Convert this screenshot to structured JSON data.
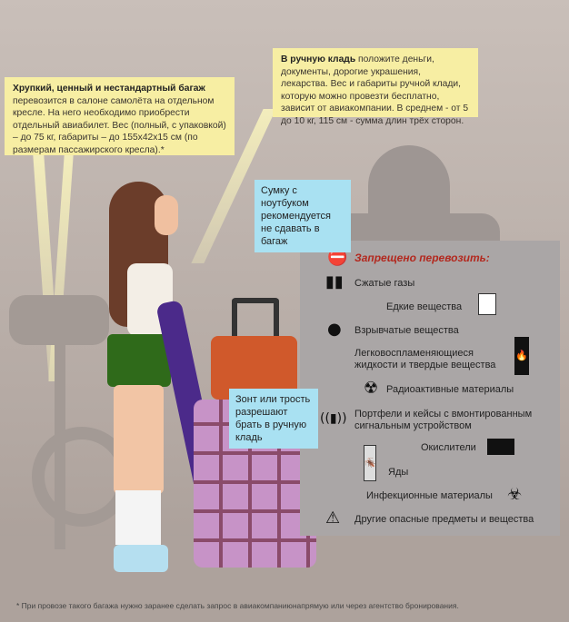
{
  "fragile_note": {
    "title": "Хрупкий, ценный и нестандартный багаж",
    "text": "перевозится в салоне самолёта на отдельном кресле. На него необходимо приобрести отдельный авиабилет. Вес (полный, с упаковкой) – до 75 кг, габариты – до 155x42x15 см (по размерам пассажирского кресла).*"
  },
  "hand_luggage_note": {
    "title": "В ручную кладь",
    "text": "положите деньги, документы, дорогие украшения, лекарства. Вес и габариты ручной клади, которую можно провезти бесплатно, зависит от авиакомпании. В среднем - от 5 до 10 кг, 115 см - сумма длин трёх сторон."
  },
  "laptop_note": "Сумку с ноутбуком рекомендуется не сдавать в багаж",
  "umbrella_note": "Зонт или трость разрешают брать в ручную кладь",
  "prohibited": {
    "title": "Запрещено перевозить:",
    "title_color": "#b3281e",
    "items": [
      {
        "label": "Сжатые газы",
        "icon": "gas-cylinders-icon"
      },
      {
        "label": "Едкие вещества",
        "icon": "canister-icon"
      },
      {
        "label": "Взрывчатые вещества",
        "icon": "bomb-icon"
      },
      {
        "label": "Легковоспламеняющиеся жидкости и твердые вещества",
        "icon": "flammable-icon"
      },
      {
        "label": "Радиоактивные материалы",
        "icon": "radiation-icon"
      },
      {
        "label": "Портфели и кейсы с вмонтированным сигнальным устройством",
        "icon": "alarm-case-icon"
      },
      {
        "label": "Окислители",
        "icon": "battery-icon"
      },
      {
        "label": "Яды",
        "icon": "poison-icon"
      },
      {
        "label": "Инфекционные материалы",
        "icon": "biohazard-icon"
      },
      {
        "label": "Другие опасные предметы и вещества",
        "icon": "warning-icon"
      }
    ]
  },
  "footer": "* При провозе такого багажа нужно заранее сделать запрос в авиакомпаниюнапрямую или через агентство бронирования."
}
